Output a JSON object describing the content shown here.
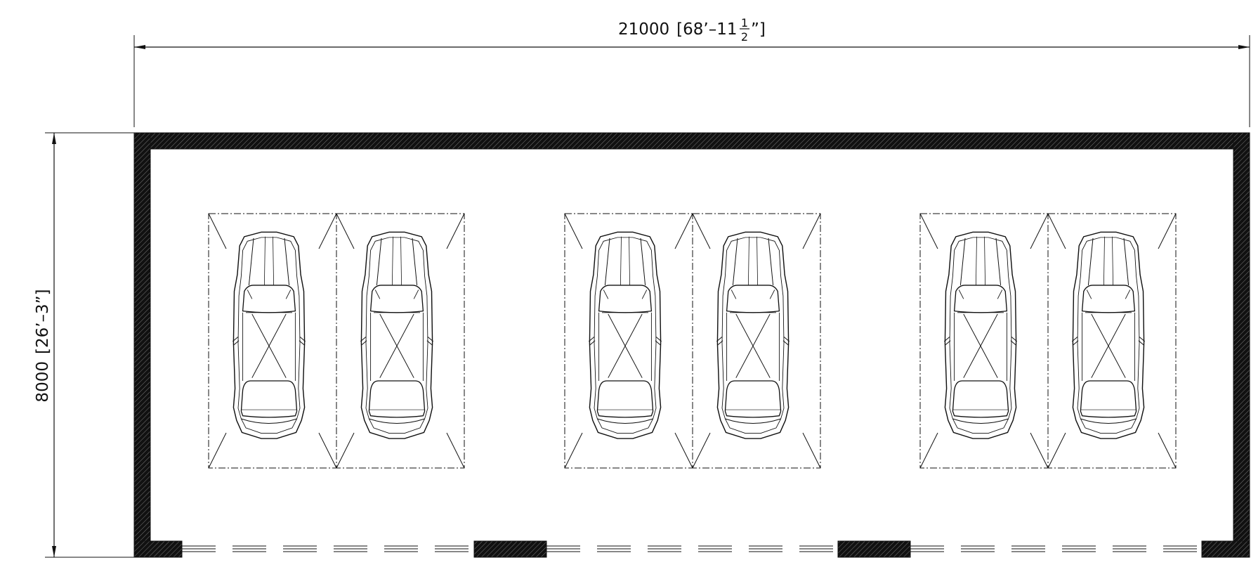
{
  "dimensions": {
    "width": {
      "value": "21000",
      "imperial_main": "68’–11",
      "frac_num": "1",
      "frac_den": "2",
      "imperial_close": "”]",
      "open": "["
    },
    "height": {
      "value": "8000",
      "imperial": "[26’–3”]"
    }
  },
  "garage": {
    "parking_bays": 3,
    "cars_per_bay": 2,
    "door_openings": 3,
    "wall_piers": 4
  },
  "colors": {
    "line": "#111111",
    "hatch": "#000000",
    "background": "#ffffff"
  },
  "icons": [
    "car-icon",
    "dimension-arrow-icon",
    "wall-hatch"
  ]
}
